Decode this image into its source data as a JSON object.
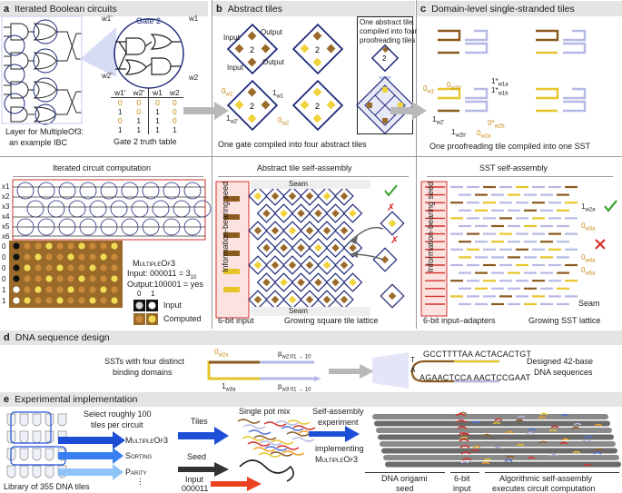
{
  "panel_a": {
    "letter": "a",
    "title": "Iterated Boolean circuits",
    "gate_label": "Gate 2",
    "w1p": "w1'",
    "w2p": "w2'",
    "w1": "w1",
    "w2": "w2",
    "layer_caption_1": "Layer for MultipleOf3:",
    "layer_caption_2": "an example IBC",
    "truth_caption": "Gate 2 truth table",
    "truth_table": {
      "headers": [
        "w1'",
        "w2'",
        "w1",
        "w2"
      ],
      "rows": [
        [
          "0",
          "0",
          "0",
          "0"
        ],
        [
          "1",
          "0",
          "1",
          "0"
        ],
        [
          "0",
          "1",
          "1",
          "0"
        ],
        [
          "1",
          "1",
          "1",
          "1"
        ]
      ]
    },
    "iter_title": "Iterated circuit computation",
    "inputs": [
      "x1",
      "x2",
      "x3",
      "x4",
      "x5",
      "x6"
    ],
    "bits": [
      "0",
      "0",
      "0",
      "0",
      "1",
      "1"
    ],
    "mult_name": "MultipleOf3",
    "input_line": "Input:  000011 = 3",
    "input_sub": "10",
    "output_line": "Output:100001 = yes",
    "legend_zero": "0",
    "legend_one": "1",
    "legend_input": "Input",
    "legend_computed": "Computed"
  },
  "panel_b": {
    "letter": "b",
    "title": "Abstract tiles",
    "tile_input_top": "Input",
    "tile_output_top": "Output",
    "tile_input_bottom": "Input",
    "tile_output_bottom": "Output",
    "gate_num": "2",
    "ow1p": "0",
    "ow1p_sub": "w1'",
    "oneW1": "1",
    "oneW1_sub": "w1",
    "oneW2p": "1",
    "oneW2p_sub": "w2'",
    "ow2": "0",
    "ow2_sub": "w2",
    "box_text_1": "One abstract tile",
    "box_text_2": "compiled into four",
    "box_text_3": "proofreading tiles",
    "caption": "One gate compiled into four abstract tiles",
    "assembly_title": "Abstract tile self-assembly",
    "seam": "Seam",
    "seed_label": "Information-bearing seed",
    "input_label": "6-bit input",
    "lattice_label": "Growing square tile lattice"
  },
  "panel_c": {
    "letter": "c",
    "title": "Domain-level single-stranded tiles",
    "label_ow1p": "0",
    "label_ow1p_sub": "w1'",
    "label_ow1b": "0",
    "label_ow1b_sub": "w1b'",
    "label_1w1a": "1*",
    "label_1w1a_sub": "w1a",
    "label_1w1b": "1*",
    "label_1w1b_sub": "w1b",
    "label_1w2p": "1",
    "label_1w2p_sub": "w2'",
    "label_1w2b": "1",
    "label_1w2b_sub": "w2b'",
    "label_ow2b": "0*",
    "label_ow2b_sub": "w2b",
    "label_ow2a": "0",
    "label_ow2a_sub": "w2a",
    "caption": "One proofreading tile compiled into one SST",
    "assembly_title": "SST self-assembly",
    "seed_label": "Information-bearing seed",
    "r1w2a": "1",
    "r1w2a_sub": "w2a",
    "r0w3a": "0",
    "r0w3a_sub": "w3a",
    "r0w4a": "0",
    "r0w4a_sub": "w4a",
    "r0w5a": "0",
    "r0w5a_sub": "w5a",
    "seam": "Seam",
    "input_label": "6-bit input–adapters",
    "lattice_label": "Growing SST lattice"
  },
  "panel_d": {
    "letter": "d",
    "title": "DNA sequence design",
    "sst_caption_1": "SSTs with four distinct",
    "sst_caption_2": "binding domains",
    "d_ow2a": "0",
    "d_ow2a_sub": "w2a",
    "d_1w3a": "1",
    "d_1w3a_sub": "w3a",
    "d_pw2": "p",
    "d_pw2_sub": "w2:01 → 10",
    "d_pw3": "p",
    "d_pw3_sub": "w3:01 → 10",
    "seq_top": "GCCTTTTAA ACTACACTGT",
    "seq_bottom": "AGAACTCCA AACTCCGAAT",
    "seq_t": "T",
    "seq_a": "A",
    "designed_1": "Designed 42-base",
    "designed_2": "DNA sequences"
  },
  "panel_e": {
    "letter": "e",
    "title": "Experimental implementation",
    "select_1": "Select roughly 100",
    "select_2": "tiles per circuit",
    "circuits": [
      "MultipleOf3",
      "Sorting",
      "Parity"
    ],
    "dots": "⋮",
    "library": "Library of 355 DNA tiles",
    "tiles_label": "Tiles",
    "seed_label": "Seed",
    "input_label": "Input",
    "input_value": "000011",
    "mix_label": "Single pot mix",
    "exp_1": "Self-assembly",
    "exp_2": "experiment",
    "exp_3": "implementing",
    "exp_4": "MultipleOf3",
    "origami_1": "DNA origami",
    "origami_2": "seed",
    "bit_1": "6-bit",
    "bit_2": "input",
    "alg_1": "Algorithmic self-assembly",
    "alg_2": "executes circuit computation"
  },
  "colors": {
    "band": "#e4e4e4",
    "brown": "#8a5a1e",
    "gold": "#e6c52a",
    "navy": "#1f2a7a",
    "lavender": "#b6b9e6",
    "red": "#d3302b",
    "green": "#3aa02c",
    "orange_text": "#c68a12",
    "blue_arrow": "#1d4fd6"
  }
}
